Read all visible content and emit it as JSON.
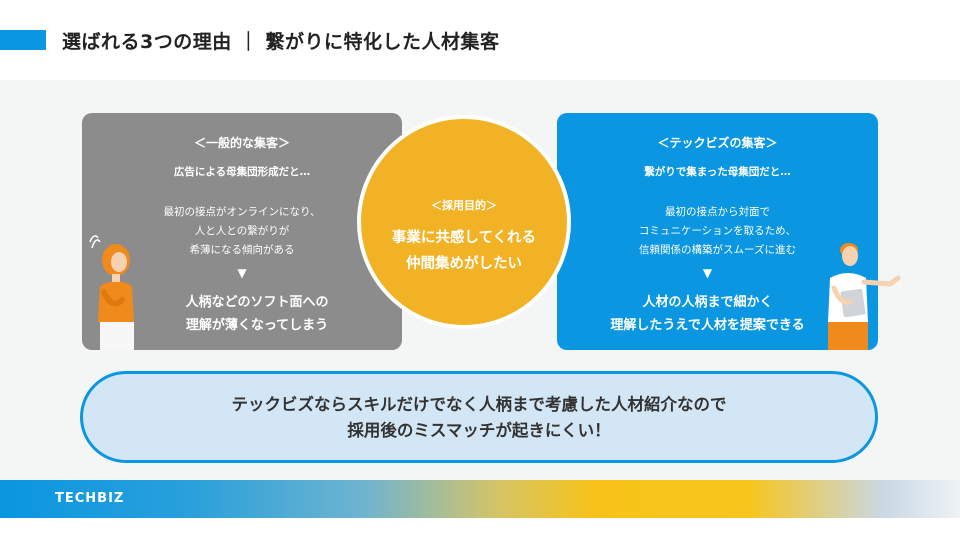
{
  "header": {
    "title": "選ばれる3つの理由 ｜ 繋がりに特化した人材集客"
  },
  "left_panel": {
    "heading": "＜一般的な集客＞",
    "subheading": "広告による母集団形成だと…",
    "lines": [
      "最初の接点がオンラインになり、",
      "人と人との繋がりが",
      "希薄になる傾向がある"
    ],
    "arrow": "▼",
    "conclusion": [
      "人柄などのソフト面への",
      "理解が薄くなってしまう"
    ]
  },
  "center_circle": {
    "label": "＜採用目的＞",
    "text": [
      "事業に共感してくれる",
      "仲間集めがしたい"
    ]
  },
  "right_panel": {
    "heading": "＜テックビズの集客＞",
    "subheading": "繋がりで集まった母集団だと…",
    "lines": [
      "最初の接点から対面で",
      "コミュニケーションを取るため、",
      "信頼関係の構築がスムーズに進む"
    ],
    "arrow": "▼",
    "conclusion": [
      "人材の人柄まで細かく",
      "理解したうえで人材を提案できる"
    ]
  },
  "summary": {
    "lines": [
      "テックビズならスキルだけでなく人柄まで考慮した人材紹介なので",
      "採用後のミスマッチが起きにくい！"
    ]
  },
  "footer": {
    "logo": "TECHBIZ"
  },
  "colors": {
    "accent_blue": "#0a96e0",
    "gray_panel": "#8c8c8c",
    "circle_yellow": "#f2b226",
    "summary_bg": "#d3e6f5"
  }
}
